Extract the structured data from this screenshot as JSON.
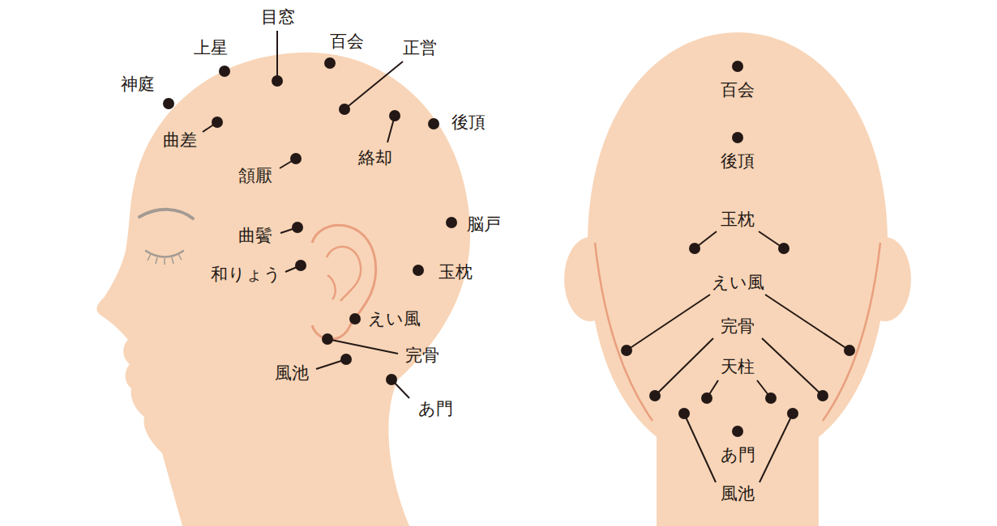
{
  "diagram": {
    "labels": [
      "目窓",
      "上星",
      "百会",
      "正営",
      "神庭",
      "曲差",
      "後頂",
      "絡却",
      "頷厭",
      "曲鬢",
      "脳戸",
      "和りょう",
      "玉枕",
      "えい風",
      "完骨",
      "風池",
      "あ門",
      "百会",
      "後頂",
      "玉枕",
      "えい風",
      "完骨",
      "天柱",
      "あ門",
      "風池"
    ]
  }
}
